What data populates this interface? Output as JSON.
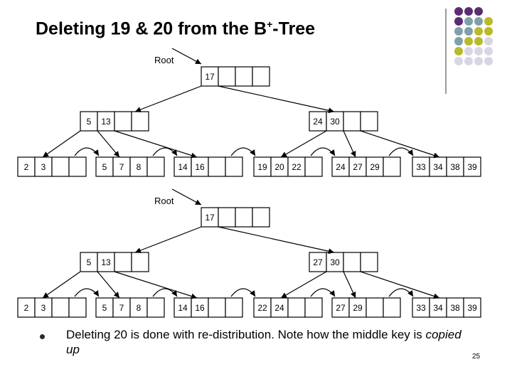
{
  "slide": {
    "title_main": "Deleting 19 & 20 from the B",
    "title_sup": "+",
    "title_end": "-Tree",
    "bullet_text": "Deleting 20 is done with re-distribution. Note how the middle key is ",
    "bullet_emph": "copied up",
    "page_number": "25"
  },
  "colors": {
    "purple": "#5b2c6f",
    "teal": "#7fa0a8",
    "olive": "#b9b92a",
    "lavender": "#d8d6e4",
    "line": "#000000"
  },
  "trees": [
    {
      "root_label": "Root",
      "root_keys": [
        "17"
      ],
      "inner_left": [
        "5",
        "13"
      ],
      "inner_right": [
        "24",
        "30"
      ],
      "leaves": [
        [
          "2",
          "3"
        ],
        [
          "5",
          "7",
          "8"
        ],
        [
          "14",
          "16"
        ],
        [
          "19",
          "20",
          "22"
        ],
        [
          "24",
          "27",
          "29"
        ],
        [
          "33",
          "34",
          "38",
          "39"
        ]
      ]
    },
    {
      "root_label": "Root",
      "root_keys": [
        "17"
      ],
      "inner_left": [
        "5",
        "13"
      ],
      "inner_right": [
        "27",
        "30"
      ],
      "leaves": [
        [
          "2",
          "3"
        ],
        [
          "5",
          "7",
          "8"
        ],
        [
          "14",
          "16"
        ],
        [
          "22",
          "24"
        ],
        [
          "27",
          "29"
        ],
        [
          "33",
          "34",
          "38",
          "39"
        ]
      ]
    }
  ]
}
